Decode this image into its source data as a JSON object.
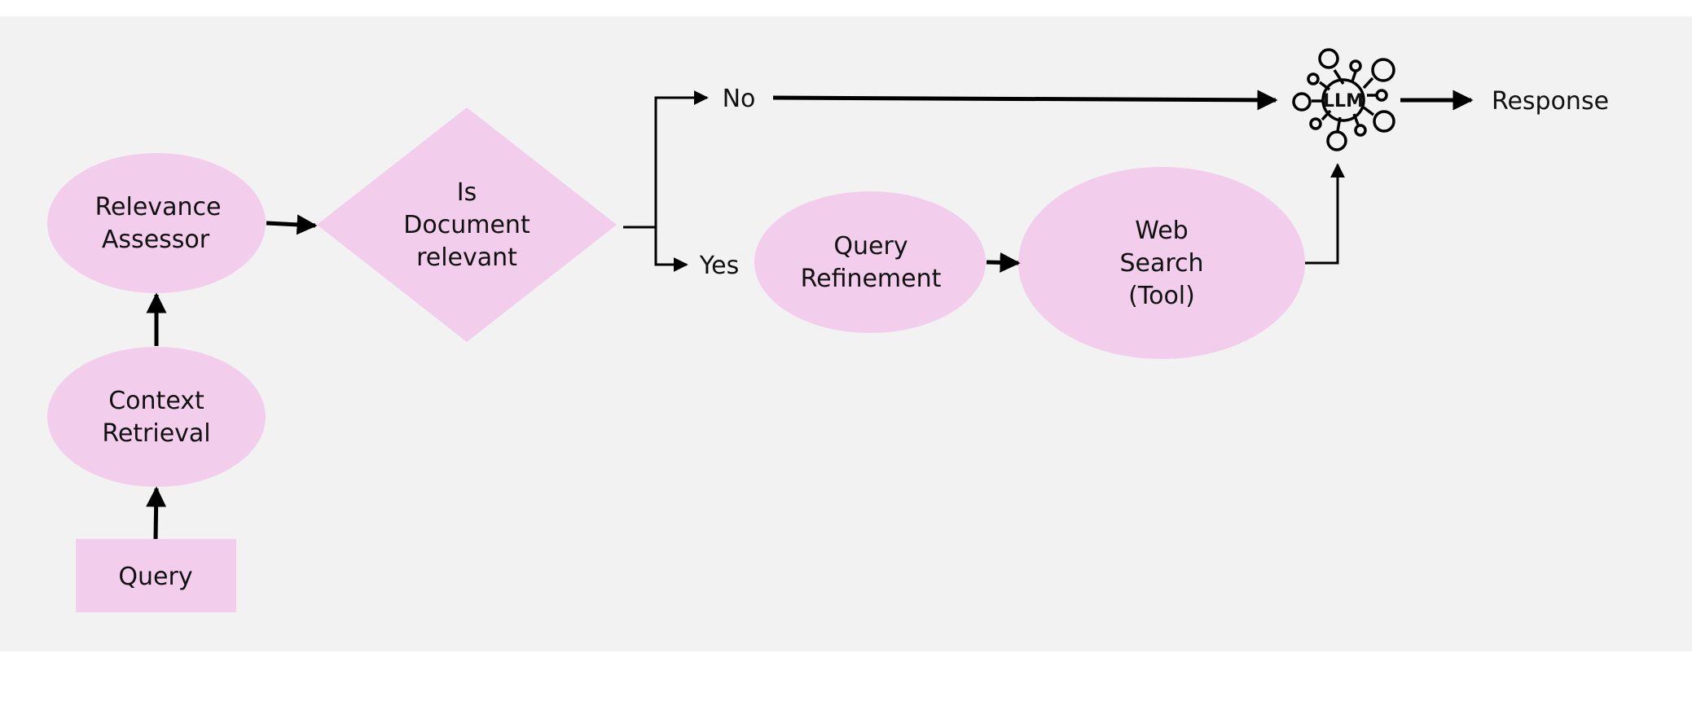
{
  "colors": {
    "panel_background": "#f2f2f2",
    "page_background": "#ffffff",
    "node_fill": "#f2cdec",
    "line": "#000000"
  },
  "nodes": {
    "query": {
      "label": "Query"
    },
    "context_retrieval": {
      "line1": "Context",
      "line2": "Retrieval"
    },
    "relevance_assessor": {
      "line1": "Relevance",
      "line2": "Assessor"
    },
    "decision": {
      "line1": "Is",
      "line2": "Document",
      "line3": "relevant"
    },
    "query_refinement": {
      "line1": "Query",
      "line2": "Refinement"
    },
    "web_search": {
      "line1": "Web",
      "line2": "Search",
      "line3": "(Tool)"
    },
    "llm": {
      "label": "LLM",
      "icon": "llm-network-icon"
    },
    "response": {
      "label": "Response"
    }
  },
  "edges": {
    "no_label": "No",
    "yes_label": "Yes"
  }
}
